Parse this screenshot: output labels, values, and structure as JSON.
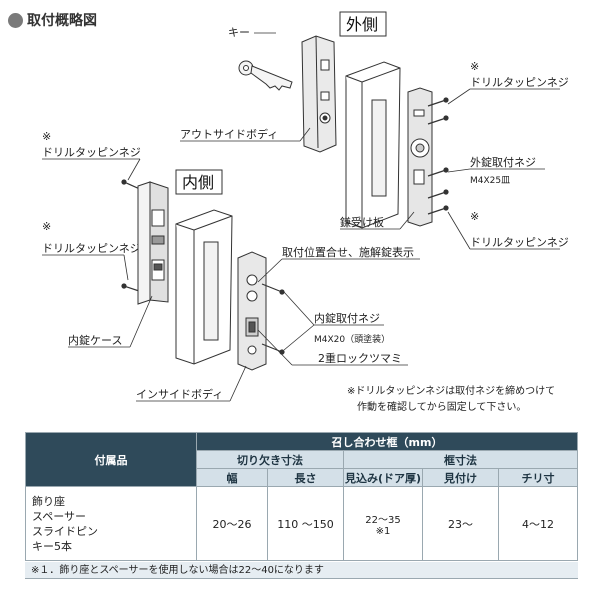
{
  "header": {
    "title": "取付概略図"
  },
  "diagram": {
    "outside_label": "外側",
    "inside_label": "内側",
    "key": "キー",
    "outside_body": "アウトサイドボディ",
    "drill_screw": "ドリルタッピンネジ",
    "asterisk": "※",
    "outer_lock_screw": "外錠取付ネジ",
    "outer_lock_screw_size": "M4X25皿",
    "strike_plate": "鎌受け板",
    "alignment_label": "取付位置合せ、施解錠表示",
    "inner_lock_screw": "内錠取付ネジ",
    "inner_lock_screw_size": "M4X20（頭塗装）",
    "double_knob": "2重ロックツマミ",
    "inner_case": "内錠ケース",
    "inside_body": "インサイドボディ",
    "note_line1": "※ドリルタッピンネジは取付ネジを締めつけて",
    "note_line2": "作動を確認してから固定して下さい。"
  },
  "table": {
    "col_accessory": "付属品",
    "group_header": "召し合わせ框（mm）",
    "sub_notch": "切り欠き寸法",
    "sub_frame": "框寸法",
    "h_width": "幅",
    "h_length": "長さ",
    "h_depth": "見込み(ドア厚)",
    "h_face": "見付け",
    "h_chiri": "チリ寸",
    "accessories": [
      "飾り座",
      "スペーサー",
      "スライドピン",
      "キー5本"
    ],
    "v_width": "20〜26",
    "v_length": "110 〜150",
    "v_depth": "22〜35",
    "v_depth_note": "※1",
    "v_face": "23〜",
    "v_chiri": "4〜12"
  },
  "footnote": "※１．飾り座とスペーサーを使用しない場合は22〜40になります"
}
